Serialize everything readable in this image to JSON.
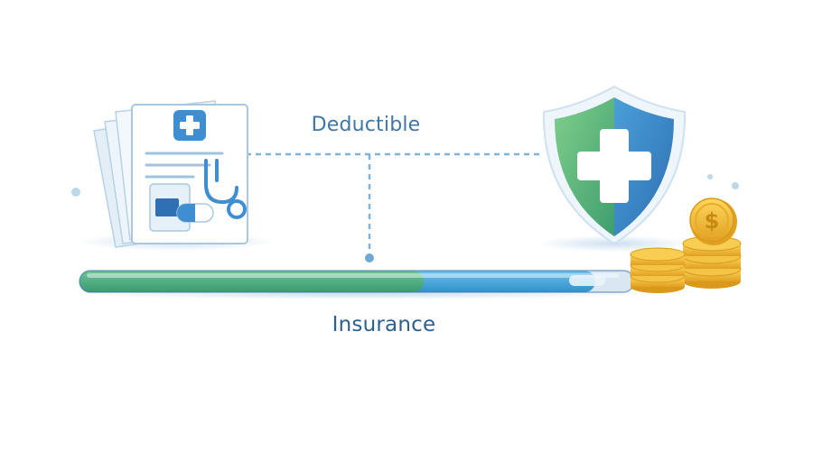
{
  "labels": {
    "deductible": "Deductible",
    "insurance": "Insurance",
    "coin_symbol": "$"
  },
  "progress": {
    "green_fraction": 0.62,
    "blue_fraction": 0.93
  },
  "colors": {
    "green": "#4aab7f",
    "blue": "#3f9fd6",
    "dark_blue": "#2d5f8e",
    "gold": "#f2b632",
    "dashed_line": "#7fb3d9"
  },
  "icons": {
    "documents": "medical-documents-icon",
    "stethoscope": "stethoscope-icon",
    "pills": "pills-icon",
    "shield": "shield-cross-icon",
    "coins": "coin-stack-icon"
  }
}
